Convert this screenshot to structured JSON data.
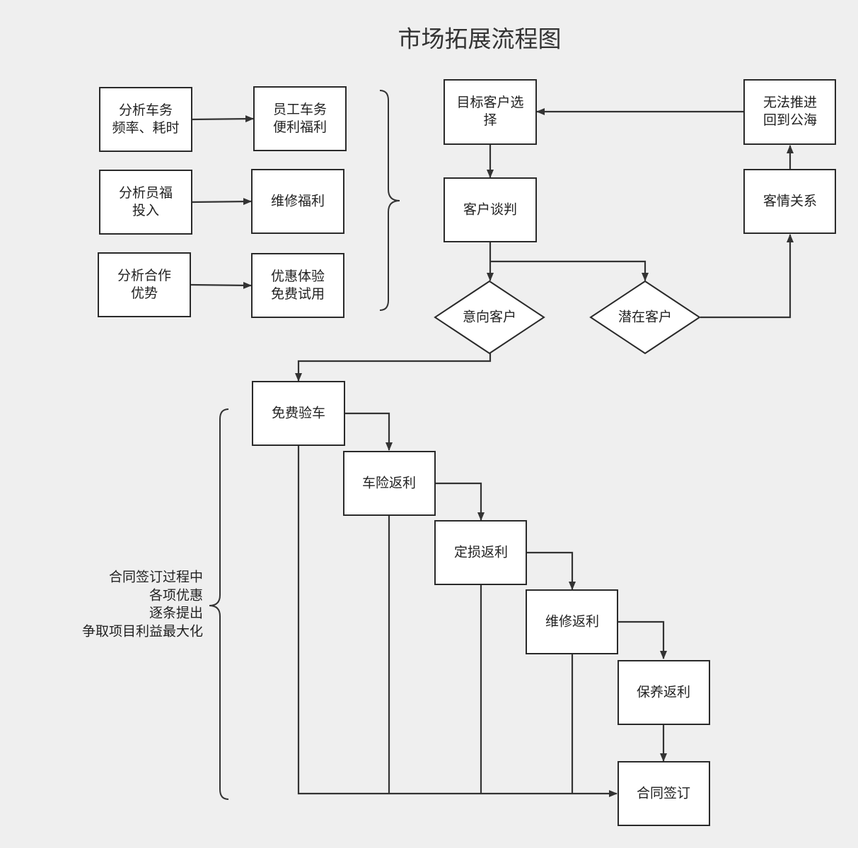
{
  "title": "市场拓展流程图",
  "nodes": {
    "analyze_car": [
      "分析车务",
      "频率、耗时"
    ],
    "employee_benefit": [
      "员工车务",
      "便利福利"
    ],
    "analyze_staff": [
      "分析员福",
      "投入"
    ],
    "repair_benefit": [
      "维修福利"
    ],
    "analyze_coop": [
      "分析合作",
      "优势"
    ],
    "trial": [
      "优惠体验",
      "免费试用"
    ],
    "target_select": [
      "目标客户选",
      "择"
    ],
    "negotiate": [
      "客户谈判"
    ],
    "intent": [
      "意向客户"
    ],
    "potential": [
      "潜在客户"
    ],
    "relationship": [
      "客情关系"
    ],
    "return_pool": [
      "无法推进",
      "回到公海"
    ],
    "free_inspect": [
      "免费验车"
    ],
    "insurance_rebate": [
      "车险返利"
    ],
    "loss_rebate": [
      "定损返利"
    ],
    "repair_rebate": [
      "维修返利"
    ],
    "maintain_rebate": [
      "保养返利"
    ],
    "contract": [
      "合同签订"
    ]
  },
  "note": [
    "合同签订过程中",
    "各项优惠",
    "逐条提出",
    "争取项目利益最大化"
  ]
}
